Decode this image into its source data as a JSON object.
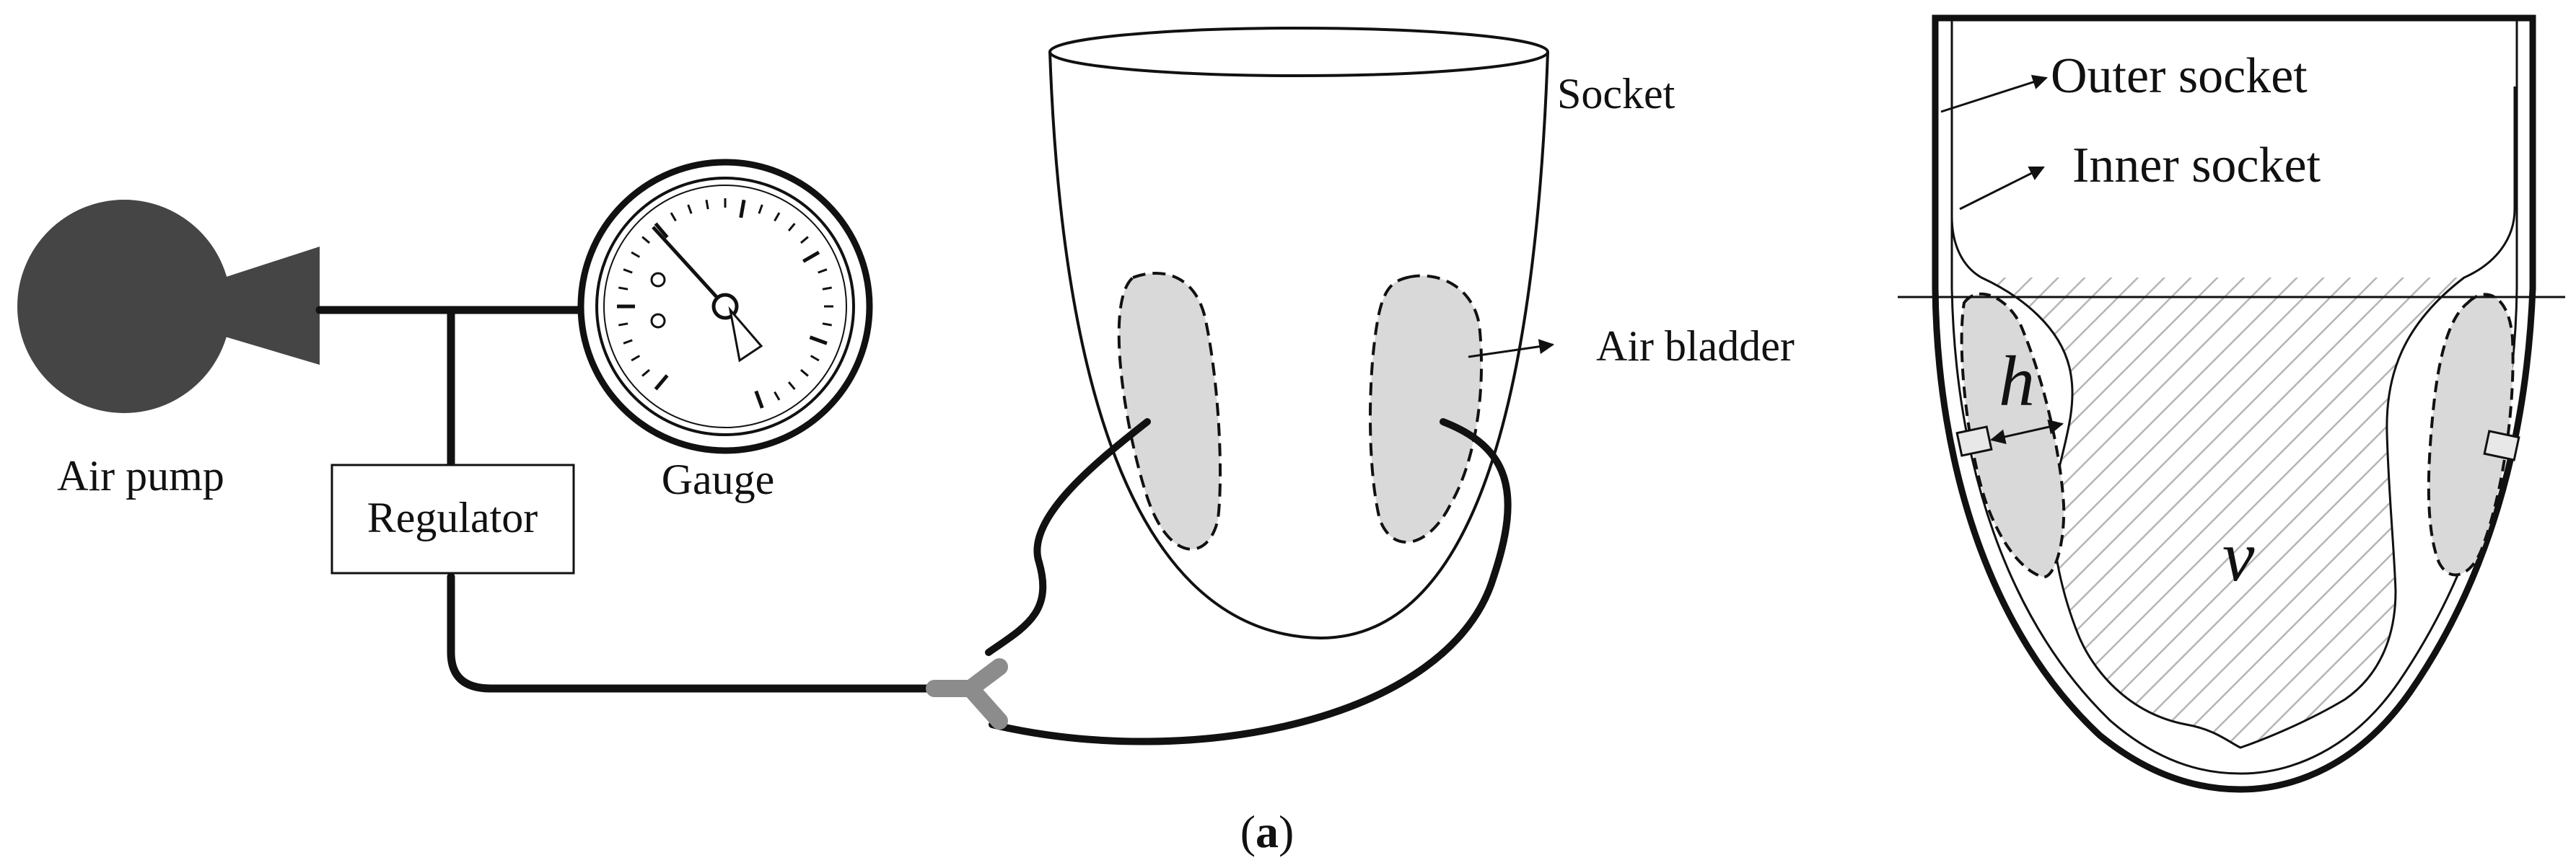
{
  "diagram": {
    "labels": {
      "air_pump": "Air pump",
      "regulator": "Regulator",
      "gauge": "Gauge",
      "socket": "Socket",
      "air_bladder": "Air bladder",
      "outer_socket": "Outer socket",
      "inner_socket": "Inner socket",
      "h": "h",
      "v": "v",
      "caption_open": "(",
      "caption_letter": "a",
      "caption_close": ")"
    },
    "colors": {
      "pump": "#454545",
      "line": "#111111",
      "connector": "#8c8c8c",
      "bladder_fill": "#d9d9d9",
      "hatch": "#bdbdbd"
    }
  }
}
